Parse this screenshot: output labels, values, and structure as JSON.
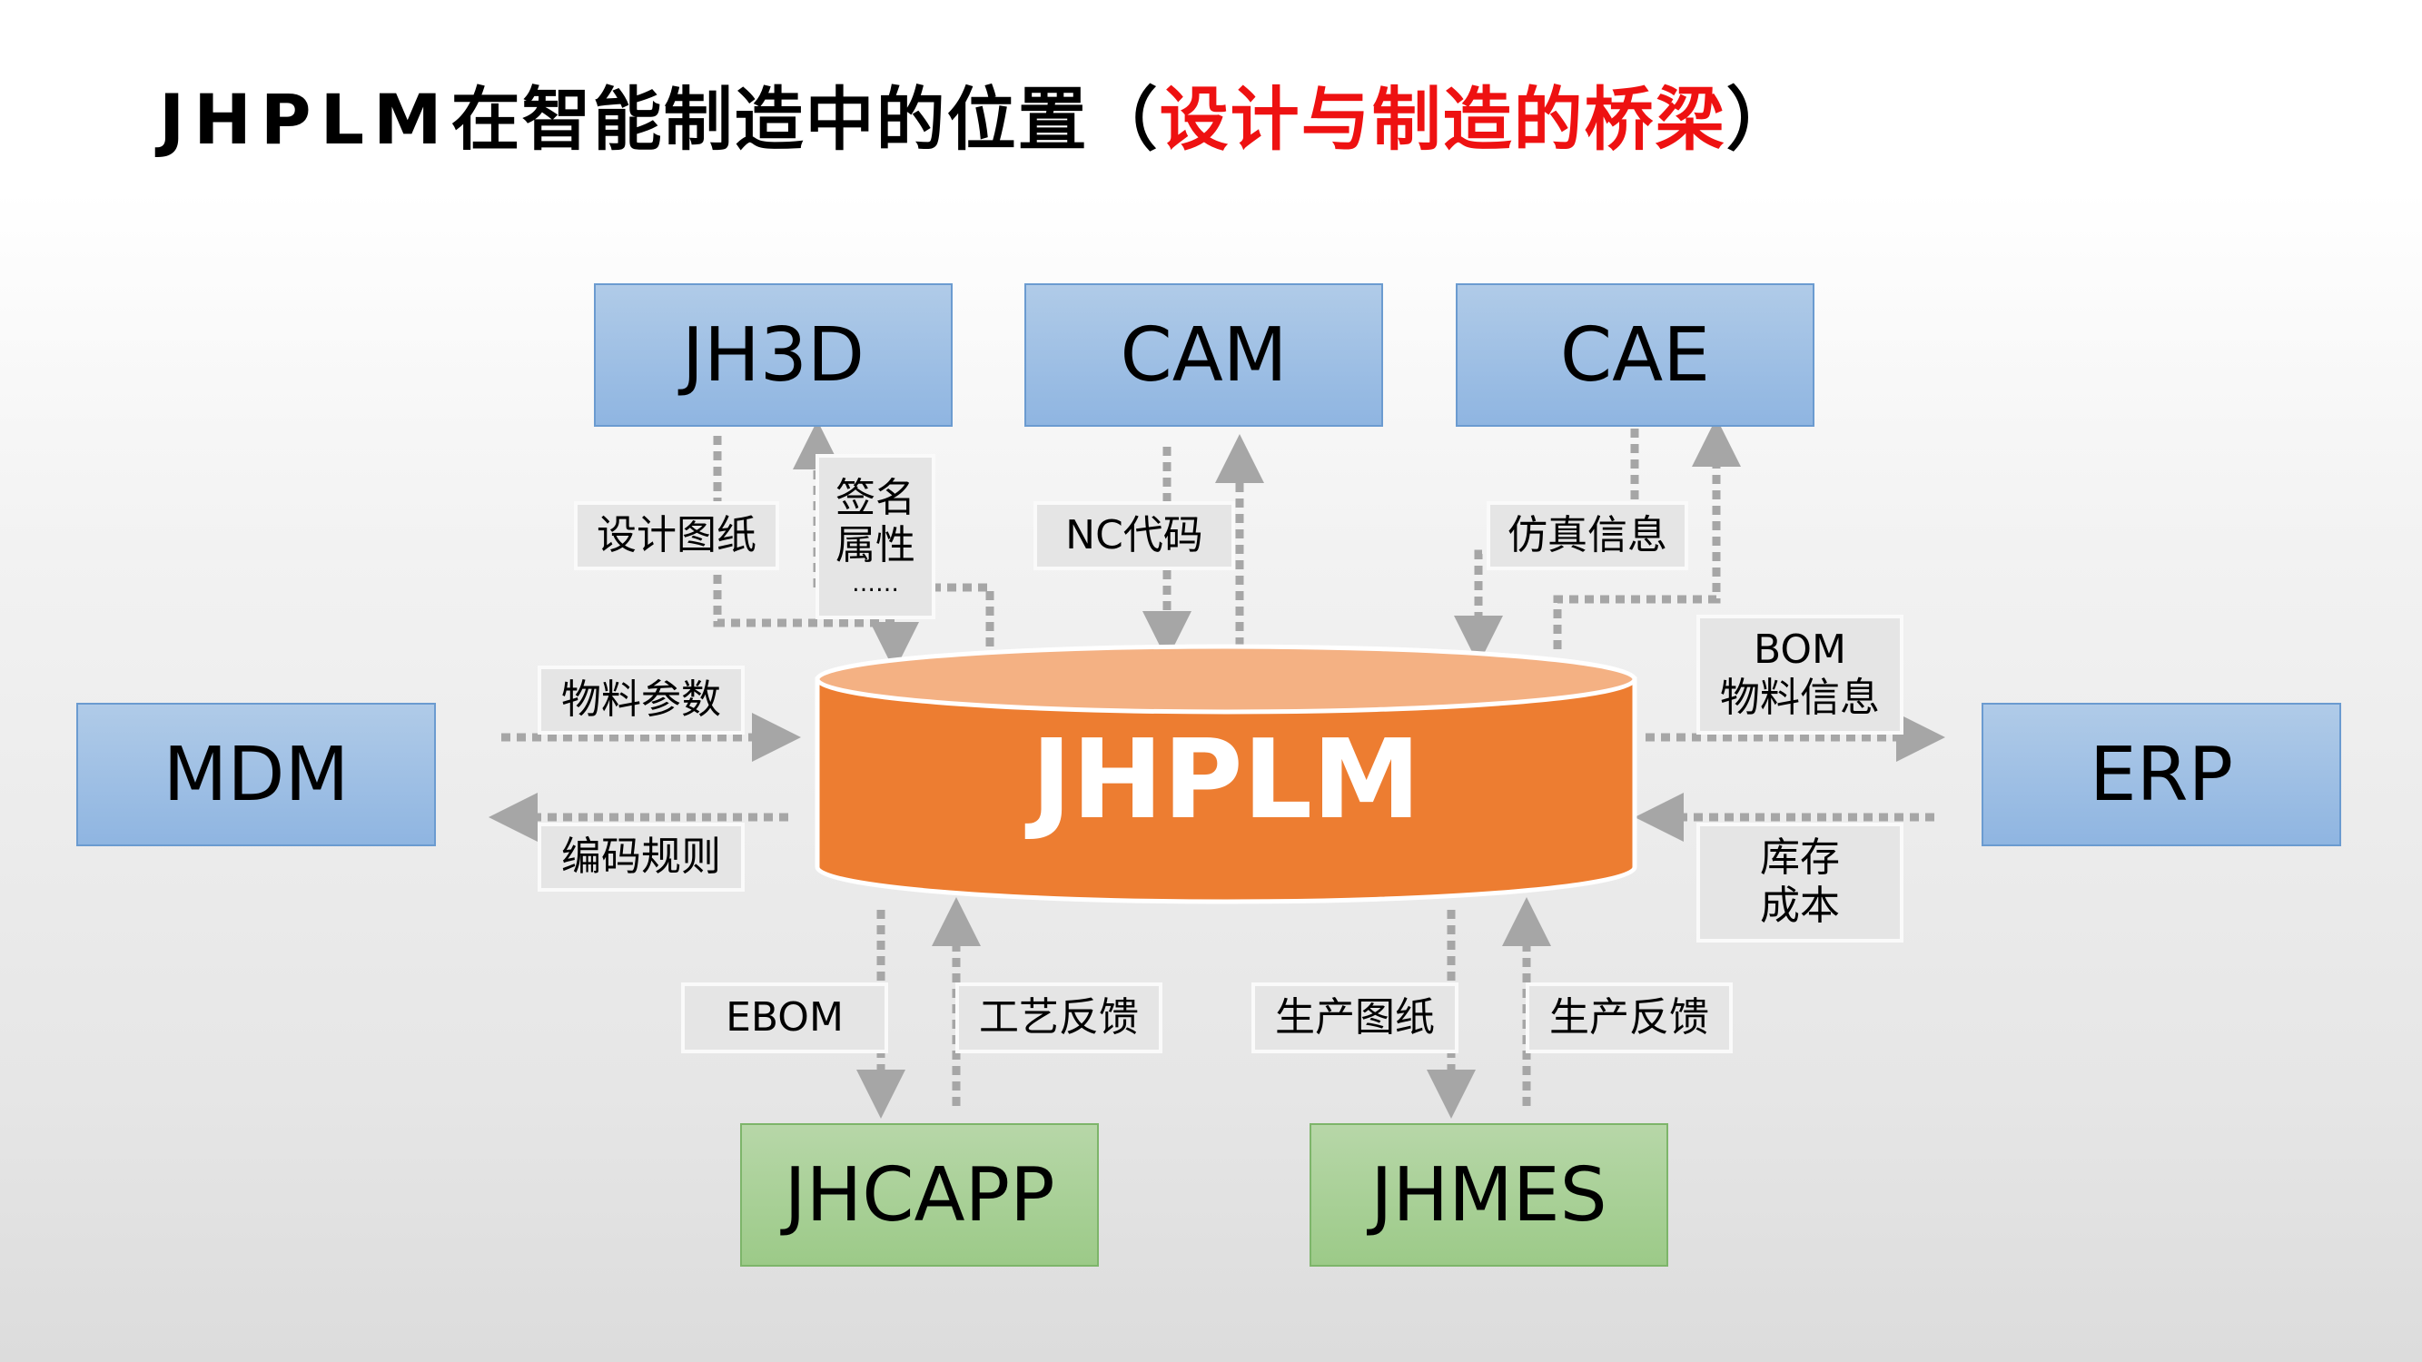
{
  "title": {
    "prefix_en": "JHPLM",
    "prefix_cn": "在智能制造中的位置",
    "open_paren": "（",
    "highlight": "设计与制造的桥梁",
    "close_paren": "）",
    "highlight_color": "#ee1111"
  },
  "center": {
    "label": "JHPLM",
    "color": "#ed7d31",
    "top_color": "#f4b183"
  },
  "systems": {
    "jh3d": "JH3D",
    "cam": "CAM",
    "cae": "CAE",
    "mdm": "MDM",
    "erp": "ERP",
    "jhcapp": "JHCAPP",
    "jhmes": "JHMES"
  },
  "flows": {
    "design_drawing": "设计图纸",
    "signature_line1": "签名",
    "signature_line2": "属性",
    "signature_line3": "……",
    "nc_code": "NC代码",
    "simulation_info": "仿真信息",
    "material_params": "物料参数",
    "coding_rules": "编码规则",
    "bom_line1": "BOM",
    "bom_line2": "物料信息",
    "inventory_line1": "库存",
    "inventory_line2": "成本",
    "ebom": "EBOM",
    "process_feedback": "工艺反馈",
    "production_drawing": "生产图纸",
    "production_feedback": "生产反馈"
  },
  "colors": {
    "system_box": "#9dbfe5",
    "manufacturing_box": "#a9d18e",
    "connector": "#a6a6a6",
    "label_bg": "#e5e5e5"
  }
}
